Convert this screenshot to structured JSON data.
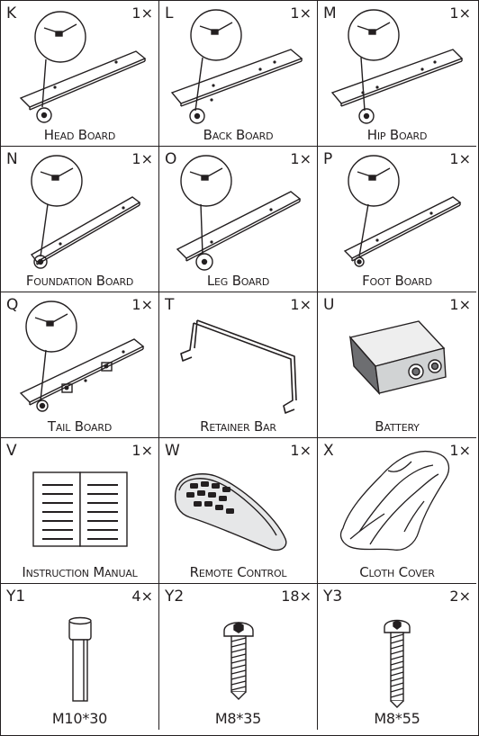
{
  "parts": [
    {
      "letter": "K",
      "qty": "1×",
      "name": "Head Board"
    },
    {
      "letter": "L",
      "qty": "1×",
      "name": "Back Board"
    },
    {
      "letter": "M",
      "qty": "1×",
      "name": "Hip Board"
    },
    {
      "letter": "N",
      "qty": "1×",
      "name": "Foundation Board"
    },
    {
      "letter": "O",
      "qty": "1×",
      "name": "Leg Board"
    },
    {
      "letter": "P",
      "qty": "1×",
      "name": "Foot Board"
    },
    {
      "letter": "Q",
      "qty": "1×",
      "name": "Tail Board"
    },
    {
      "letter": "T",
      "qty": "1×",
      "name": "Retainer Bar"
    },
    {
      "letter": "U",
      "qty": "1×",
      "name": "Battery"
    },
    {
      "letter": "V",
      "qty": "1×",
      "name": "Instruction Manual"
    },
    {
      "letter": "W",
      "qty": "1×",
      "name": "Remote Control"
    },
    {
      "letter": "X",
      "qty": "1×",
      "name": "Cloth Cover"
    },
    {
      "letter": "Y1",
      "qty": "4×",
      "name": "M10*30"
    },
    {
      "letter": "Y2",
      "qty": "18×",
      "name": "M8*35"
    },
    {
      "letter": "Y3",
      "qty": "2×",
      "name": "M8*55"
    }
  ],
  "colors": {
    "line": "#231f20",
    "background": "#ffffff"
  },
  "icons": [
    "board-icon",
    "board-icon",
    "board-icon",
    "board-icon",
    "board-icon",
    "board-icon",
    "board-icon",
    "retainer-bar-icon",
    "battery-icon",
    "manual-icon",
    "remote-icon",
    "cloth-cover-icon",
    "bolt-icon",
    "screw-icon",
    "screw-icon"
  ]
}
